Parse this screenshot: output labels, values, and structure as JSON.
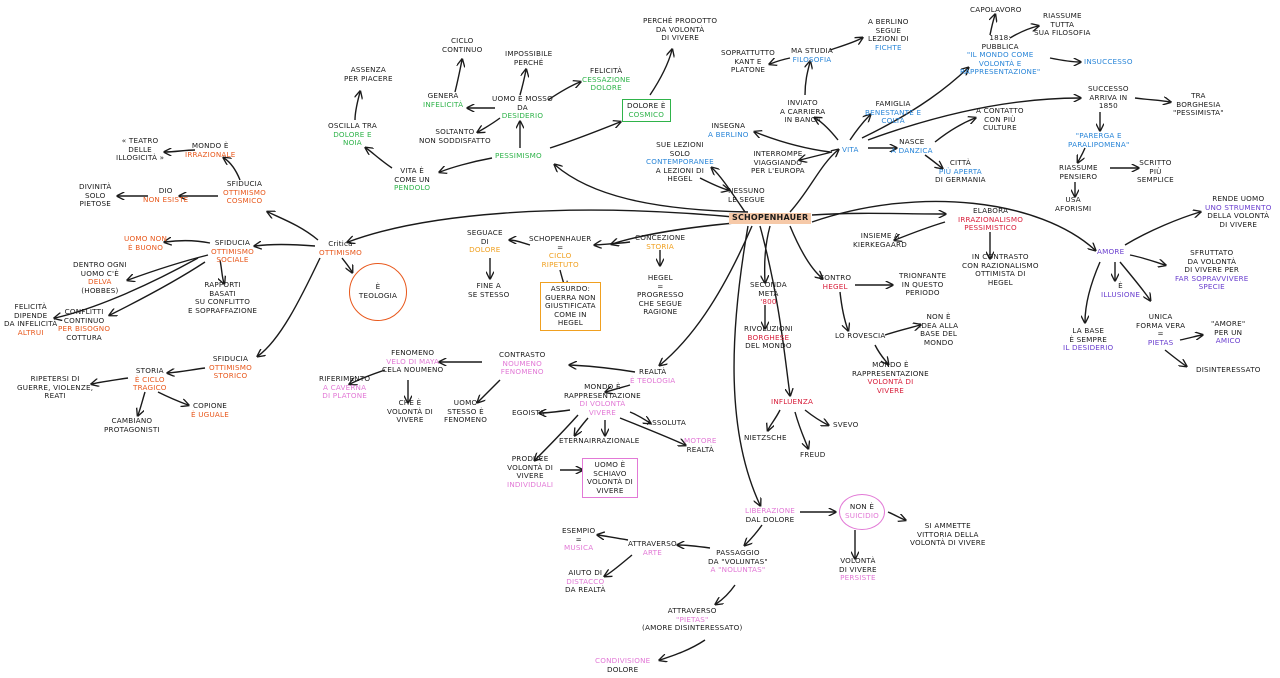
{
  "colors": {
    "black": "#1a1a1a",
    "orange": "#e8581c",
    "green": "#2fb34a",
    "blue": "#2a86d8",
    "red": "#d8203c",
    "pink": "#e279d6",
    "purple": "#6a3fcf",
    "gold": "#f0a020"
  },
  "nodes": [
    {
      "id": "center",
      "lines": [
        "SCHOPENHAUER"
      ],
      "color": "black",
      "hl": true
    },
    {
      "id": "critica",
      "lines": [
        "Critica",
        "OTTIMISMO"
      ],
      "color": "black",
      "cl": {
        "1": "orange"
      }
    },
    {
      "id": "teologia",
      "lines": [
        "È",
        "TEOLOGIA"
      ],
      "color": "black",
      "shape": "circle",
      "border": "orange"
    },
    {
      "id": "sfiducia_opt",
      "lines": [
        "SFIDUCIA",
        "OTTIMISMO",
        "COSMICO"
      ],
      "color": "black",
      "cl": {
        "1": "orange",
        "2": "orange"
      }
    },
    {
      "id": "mondo_irraz",
      "lines": [
        "MONDO È",
        "IRRAZIONALE"
      ],
      "color": "black",
      "cl": {
        "1": "orange"
      }
    },
    {
      "id": "teatro",
      "lines": [
        "« TEATRO",
        "DELLE",
        "ILLOGICITÀ »"
      ],
      "color": "black"
    },
    {
      "id": "dio",
      "lines": [
        "DIO",
        "NON ESISTE"
      ],
      "color": "black",
      "cl": {
        "1": "orange"
      }
    },
    {
      "id": "divinita",
      "lines": [
        "DIVINITÀ",
        "SOLO",
        "PIETOSE"
      ],
      "color": "black"
    },
    {
      "id": "sfid_opt_soc",
      "lines": [
        "SFIDUCIA",
        "OTTIMISMO",
        "SOCIALE"
      ],
      "color": "black",
      "cl": {
        "1": "orange",
        "2": "orange"
      }
    },
    {
      "id": "uomo_buono",
      "lines": [
        "UOMO NON",
        "È BUONO"
      ],
      "color": "black",
      "cl": {
        "0": "orange",
        "1": "orange"
      }
    },
    {
      "id": "dentro_uomo",
      "lines": [
        "DENTRO OGNI",
        "UOMO C'È",
        "DELVA",
        "(HOBBES)"
      ],
      "color": "black",
      "cl": {
        "2": "orange"
      }
    },
    {
      "id": "rapporti",
      "lines": [
        "RAPPORTI",
        "BASATI",
        "SU CONFLITTO",
        "E SOPRAFFAZIONE"
      ],
      "color": "black"
    },
    {
      "id": "conflitti",
      "lines": [
        "CONFLITTI",
        "CONTINUO",
        "PER BISOGNO",
        "COTTURA"
      ],
      "color": "black",
      "cl": {
        "2": "orange"
      }
    },
    {
      "id": "felicita_dip",
      "lines": [
        "FELICITÀ",
        "DIPENDE",
        "DA INFELICITÀ",
        "ALTRUI"
      ],
      "color": "black",
      "cl": {
        "3": "orange"
      }
    },
    {
      "id": "sfid_opt_stor",
      "lines": [
        "SFIDUCIA",
        "OTTIMISMO",
        "STORICO"
      ],
      "color": "black",
      "cl": {
        "1": "orange",
        "2": "orange"
      }
    },
    {
      "id": "storia_ciclo",
      "lines": [
        "STORIA",
        "È CICLO",
        "TRAGICO"
      ],
      "color": "black",
      "cl": {
        "1": "orange",
        "2": "orange"
      }
    },
    {
      "id": "ripetersi",
      "lines": [
        "RIPETERSI DI",
        "GUERRE, VIOLENZE,",
        "REATI"
      ],
      "color": "black"
    },
    {
      "id": "cambiano",
      "lines": [
        "CAMBIANO",
        "PROTAGONISTI"
      ],
      "color": "black"
    },
    {
      "id": "copione",
      "lines": [
        "COPIONE",
        "È UGUALE"
      ],
      "color": "black",
      "cl": {
        "1": "orange"
      }
    },
    {
      "id": "pessimismo",
      "lines": [
        "PESSIMISMO"
      ],
      "color": "green"
    },
    {
      "id": "oscilla",
      "lines": [
        "OSCILLA TRA",
        "DOLORE E",
        "NOIA"
      ],
      "color": "black",
      "cl": {
        "1": "green",
        "2": "green"
      }
    },
    {
      "id": "assenza",
      "lines": [
        "ASSENZA",
        "PER PIACERE"
      ],
      "color": "black"
    },
    {
      "id": "vita_pendolo",
      "lines": [
        "VITA È",
        "COME UN",
        "PENDOLO"
      ],
      "color": "black",
      "cl": {
        "2": "green"
      }
    },
    {
      "id": "genera_inf",
      "lines": [
        "GENERA",
        "INFELICITÀ"
      ],
      "color": "black",
      "cl": {
        "1": "green"
      }
    },
    {
      "id": "ciclo_continuo",
      "lines": [
        "CICLO",
        "CONTINUO"
      ],
      "color": "black"
    },
    {
      "id": "impossibile",
      "lines": [
        "IMPOSSIBILE",
        "PERCHÉ"
      ],
      "color": "black"
    },
    {
      "id": "uomo_mosso",
      "lines": [
        "UOMO È MOSSO",
        "DA",
        "DESIDERIO"
      ],
      "color": "black",
      "cl": {
        "2": "green"
      }
    },
    {
      "id": "soltanto",
      "lines": [
        "SOLTANTO",
        "NON SODDISFATTO"
      ],
      "color": "black"
    },
    {
      "id": "felicita_cess",
      "lines": [
        "FELICITÀ",
        "CESSAZIONE",
        "DOLORE"
      ],
      "color": "black",
      "cl": {
        "1": "green",
        "2": "green"
      }
    },
    {
      "id": "perche_prodotto",
      "lines": [
        "PERCHÉ PRODOTTO",
        "DA VOLONTÀ",
        "DI VIVERE"
      ],
      "color": "black"
    },
    {
      "id": "dolore_cosmico",
      "lines": [
        "DOLORE È",
        "COSMICO"
      ],
      "color": "black",
      "shape": "box",
      "border": "green",
      "cl": {
        "1": "green"
      }
    },
    {
      "id": "sue_lezioni",
      "lines": [
        "SUE LEZIONI",
        "SOLO",
        "CONTEMPORANEE",
        "A LEZIONI DI",
        "HEGEL"
      ],
      "color": "black",
      "cl": {
        "2": "blue"
      }
    },
    {
      "id": "nessuno",
      "lines": [
        "NESSUNO",
        "LE SEGUE"
      ],
      "color": "black"
    },
    {
      "id": "insegna",
      "lines": [
        "INSEGNA",
        "A BERLINO"
      ],
      "color": "black",
      "cl": {
        "1": "blue"
      }
    },
    {
      "id": "interrompe",
      "lines": [
        "INTERROMPE",
        "VIAGGIANDO",
        "PER L'EUROPA"
      ],
      "color": "black"
    },
    {
      "id": "vita",
      "lines": [
        "VITA"
      ],
      "color": "blue"
    },
    {
      "id": "inviato",
      "lines": [
        "INVIATO",
        "A CARRIERA",
        "IN BANCA"
      ],
      "color": "black"
    },
    {
      "id": "ma_studia",
      "lines": [
        "MA STUDIA",
        "FILOSOFIA"
      ],
      "color": "black",
      "cl": {
        "1": "blue"
      }
    },
    {
      "id": "soprattutto",
      "lines": [
        "SOPRATTUTTO",
        "KANT E",
        "PLATONE"
      ],
      "color": "black"
    },
    {
      "id": "a_berlino",
      "lines": [
        "A BERLINO",
        "SEGUE",
        "LEZIONI DI",
        "FICHTE"
      ],
      "color": "black",
      "cl": {
        "3": "blue"
      }
    },
    {
      "id": "famiglia",
      "lines": [
        "FAMIGLIA",
        "BENESTANTE E",
        "COLTA"
      ],
      "color": "black",
      "cl": {
        "1": "blue",
        "2": "blue"
      }
    },
    {
      "id": "nasce",
      "lines": [
        "NASCE",
        "A DANZICA"
      ],
      "color": "black",
      "cl": {
        "1": "blue"
      }
    },
    {
      "id": "contatto",
      "lines": [
        "A CONTATTO",
        "CON PIÙ",
        "CULTURE"
      ],
      "color": "black"
    },
    {
      "id": "citta",
      "lines": [
        "CITTÀ",
        "PIÙ APERTA",
        "DI GERMANIA"
      ],
      "color": "black",
      "cl": {
        "1": "blue"
      }
    },
    {
      "id": "anno1818",
      "lines": [
        "1818:",
        "PUBBLICA",
        "\"IL MONDO COME",
        "VOLONTÀ E",
        "RAPPRESENTAZIONE\""
      ],
      "color": "black",
      "cl": {
        "2": "blue",
        "3": "blue",
        "4": "blue"
      }
    },
    {
      "id": "capolavoro",
      "lines": [
        "CAPOLAVORO"
      ],
      "color": "black"
    },
    {
      "id": "riassume",
      "lines": [
        "RIASSUME",
        "TUTTA",
        "SUA FILOSOFIA"
      ],
      "color": "black"
    },
    {
      "id": "insuccesso",
      "lines": [
        "INSUCCESSO"
      ],
      "color": "blue"
    },
    {
      "id": "successo",
      "lines": [
        "SUCCESSO",
        "ARRIVA IN",
        "1850"
      ],
      "color": "black"
    },
    {
      "id": "tra_borghesia",
      "lines": [
        "TRA",
        "BORGHESIA",
        "\"PESSIMISTA\""
      ],
      "color": "black"
    },
    {
      "id": "parerga",
      "lines": [
        "\"PARERGA E",
        "PARALIPOMENA\""
      ],
      "color": "blue"
    },
    {
      "id": "riassume_pens",
      "lines": [
        "RIASSUME",
        "PENSIERO"
      ],
      "color": "black"
    },
    {
      "id": "scritto",
      "lines": [
        "SCRITTO",
        "PIÙ",
        "SEMPLICE"
      ],
      "color": "black"
    },
    {
      "id": "usa_aforismi",
      "lines": [
        "USA",
        "AFORISMI"
      ],
      "color": "black"
    },
    {
      "id": "seguace",
      "lines": [
        "SEGUACE",
        "DI",
        "DOLORE"
      ],
      "color": "black",
      "cl": {
        "2": "gold"
      }
    },
    {
      "id": "fine_a_se",
      "lines": [
        "FINE A",
        "SE STESSO"
      ],
      "color": "black"
    },
    {
      "id": "sch_ciclo",
      "lines": [
        "SCHOPENHAUER",
        "=",
        "CICLO",
        "RIPETUTO"
      ],
      "color": "black",
      "cl": {
        "2": "gold",
        "3": "gold"
      }
    },
    {
      "id": "concezione",
      "lines": [
        "CONCEZIONE",
        "STORIA"
      ],
      "color": "black",
      "cl": {
        "1": "gold"
      }
    },
    {
      "id": "hegel_prog",
      "lines": [
        "HEGEL",
        "=",
        "PROGRESSO",
        "CHE SEGUE",
        "RAGIONE"
      ],
      "color": "black"
    },
    {
      "id": "assurdo",
      "lines": [
        "ASSURDO:",
        "GUERRA NON",
        "GIUSTIFICATA",
        "COME IN",
        "HEGEL"
      ],
      "color": "black",
      "shape": "box",
      "border": "gold"
    },
    {
      "id": "elabora",
      "lines": [
        "ELABORA",
        "IRRAZIONALISMO",
        "PESSIMISTICO"
      ],
      "color": "black",
      "cl": {
        "1": "red",
        "2": "red"
      }
    },
    {
      "id": "insieme_kierk",
      "lines": [
        "INSIEME A",
        "KIERKEGAARD"
      ],
      "color": "black"
    },
    {
      "id": "in_contrasto",
      "lines": [
        "IN CONTRASTO",
        "CON RAZIONALISMO",
        "OTTIMISTA DI",
        "HEGEL"
      ],
      "color": "black"
    },
    {
      "id": "contro_hegel",
      "lines": [
        "CONTRO",
        "HEGEL"
      ],
      "color": "black",
      "cl": {
        "1": "red"
      }
    },
    {
      "id": "trionfante",
      "lines": [
        "TRIONFANTE",
        "IN QUESTO",
        "PERIODO"
      ],
      "color": "black"
    },
    {
      "id": "lo_rovescia",
      "lines": [
        "LO ROVESCIA"
      ],
      "color": "black"
    },
    {
      "id": "non_idea",
      "lines": [
        "NON È",
        "IDEA ALLA",
        "BASE DEL",
        "MONDO"
      ],
      "color": "black"
    },
    {
      "id": "mondo_rappr",
      "lines": [
        "MONDO È",
        "RAPPRESENTAZIONE",
        "VOLONTÀ DI",
        "VIVERE"
      ],
      "color": "black",
      "cl": {
        "2": "red",
        "3": "red"
      }
    },
    {
      "id": "seconda_meta",
      "lines": [
        "SECONDA",
        "METÀ",
        "'800"
      ],
      "color": "black",
      "cl": {
        "2": "red"
      }
    },
    {
      "id": "rivoluzioni",
      "lines": [
        "RIVOLUZIONI",
        "BORGHESE",
        "DEL MONDO"
      ],
      "color": "black",
      "cl": {
        "1": "red"
      }
    },
    {
      "id": "influenza",
      "lines": [
        "INFLUENZA"
      ],
      "color": "red"
    },
    {
      "id": "nietzsche",
      "lines": [
        "NIETZSCHE"
      ],
      "color": "black"
    },
    {
      "id": "svevo",
      "lines": [
        "SVEVO"
      ],
      "color": "black"
    },
    {
      "id": "freud",
      "lines": [
        "FREUD"
      ],
      "color": "black"
    },
    {
      "id": "amore",
      "lines": [
        "AMORE"
      ],
      "color": "purple"
    },
    {
      "id": "rende_uomo",
      "lines": [
        "RENDE UOMO",
        "UNO STRUMENTO",
        "DELLA VOLONTÀ",
        "DI VIVERE"
      ],
      "color": "black",
      "cl": {
        "1": "purple"
      }
    },
    {
      "id": "sfruttato",
      "lines": [
        "SFRUTTATO",
        "DA VOLONTÀ",
        "DI VIVERE PER",
        "FAR SOPRAVVIVERE",
        "SPECIE"
      ],
      "color": "black",
      "cl": {
        "3": "purple",
        "4": "purple"
      }
    },
    {
      "id": "e_illusione",
      "lines": [
        "È",
        "ILLUSIONE"
      ],
      "color": "black",
      "cl": {
        "1": "purple"
      }
    },
    {
      "id": "la_base",
      "lines": [
        "LA BASE",
        "È SEMPRE",
        "IL DESIDERIO"
      ],
      "color": "black",
      "cl": {
        "2": "purple"
      }
    },
    {
      "id": "unica_forma",
      "lines": [
        "UNICA",
        "FORMA VERA",
        "=",
        "PIETAS"
      ],
      "color": "black",
      "cl": {
        "3": "purple"
      }
    },
    {
      "id": "amore_amico",
      "lines": [
        "\"AMORE\"",
        "PER UN",
        "AMICO"
      ],
      "color": "black",
      "cl": {
        "2": "purple"
      }
    },
    {
      "id": "disinteressato",
      "lines": [
        "DISINTERESSATO"
      ],
      "color": "black"
    },
    {
      "id": "realta_teologia",
      "lines": [
        "REALTÀ",
        "È TEOLOGIA"
      ],
      "color": "black",
      "cl": {
        "1": "pink"
      }
    },
    {
      "id": "contrasto",
      "lines": [
        "CONTRASTO",
        "NOUMENO",
        "FENOMENO"
      ],
      "color": "black",
      "cl": {
        "1": "pink",
        "2": "pink"
      }
    },
    {
      "id": "fenomeno",
      "lines": [
        "FENOMENO",
        "VELO DI MAYA",
        "CELA NOUMENO"
      ],
      "color": "black",
      "cl": {
        "1": "pink"
      }
    },
    {
      "id": "riferimento",
      "lines": [
        "RIFERIMENTO",
        "A CAVERNA",
        "DI PLATONE"
      ],
      "color": "black",
      "cl": {
        "1": "pink",
        "2": "pink"
      }
    },
    {
      "id": "che_volonta",
      "lines": [
        "CHE È",
        "VOLONTÀ DI",
        "VIVERE"
      ],
      "color": "black"
    },
    {
      "id": "uomo_stesso",
      "lines": [
        "UOMO",
        "STESSO È",
        "FENOMENO"
      ],
      "color": "black"
    },
    {
      "id": "mondo_rap2",
      "lines": [
        "MONDO È",
        "RAPPRESENTAZIONE",
        "DI VOLONTÀ",
        "VIVERE"
      ],
      "color": "black",
      "cl": {
        "2": "pink",
        "3": "pink"
      }
    },
    {
      "id": "egoista",
      "lines": [
        "EGOISTA"
      ],
      "color": "black"
    },
    {
      "id": "assoluta",
      "lines": [
        "ASSOLUTA"
      ],
      "color": "black"
    },
    {
      "id": "eterna",
      "lines": [
        "ETERNA"
      ],
      "color": "black"
    },
    {
      "id": "irrazionale",
      "lines": [
        "IRRAZIONALE"
      ],
      "color": "black"
    },
    {
      "id": "motore",
      "lines": [
        "MOTORE",
        "REALTÀ"
      ],
      "color": "black",
      "cl": {
        "0": "pink"
      }
    },
    {
      "id": "produce",
      "lines": [
        "PRODUCE",
        "VOLONTÀ DI",
        "VIVERE",
        "INDIVIDUALI"
      ],
      "color": "black",
      "cl": {
        "3": "pink"
      }
    },
    {
      "id": "uomo_schiavo",
      "lines": [
        "UOMO È",
        "SCHIAVO",
        "VOLONTÀ DI",
        "VIVERE"
      ],
      "color": "black",
      "shape": "box",
      "border": "pink"
    },
    {
      "id": "liberazione",
      "lines": [
        "LIBERAZIONE",
        "DAL DOLORE"
      ],
      "color": "black",
      "cl": {
        "0": "pink"
      }
    },
    {
      "id": "non_suicidio",
      "lines": [
        "NON È",
        "SUICIDIO"
      ],
      "color": "black",
      "shape": "circle",
      "border": "pink",
      "cl": {
        "1": "pink"
      }
    },
    {
      "id": "si_ammette",
      "lines": [
        "SI AMMETTE",
        "VITTORIA DELLA",
        "VOLONTÀ DI VIVERE"
      ],
      "color": "black"
    },
    {
      "id": "volonta_pers",
      "lines": [
        "VOLONTÀ",
        "DI VIVERE",
        "PERSISTE"
      ],
      "color": "black",
      "cl": {
        "2": "pink"
      }
    },
    {
      "id": "passaggio",
      "lines": [
        "PASSAGGIO",
        "DA \"VOLUNTAS\"",
        "A \"NOLUNTAS\""
      ],
      "color": "black",
      "cl": {
        "2": "pink"
      }
    },
    {
      "id": "attraverso_arte",
      "lines": [
        "ATTRAVERSO",
        "ARTE"
      ],
      "color": "black",
      "cl": {
        "1": "pink"
      }
    },
    {
      "id": "esempio",
      "lines": [
        "ESEMPIO",
        "=",
        "MUSICA"
      ],
      "color": "black",
      "cl": {
        "2": "pink"
      }
    },
    {
      "id": "aiuto",
      "lines": [
        "AIUTO DI",
        "DISTACCO",
        "DA REALTÀ"
      ],
      "color": "black",
      "cl": {
        "1": "pink"
      }
    },
    {
      "id": "attraverso_pietas",
      "lines": [
        "ATTRAVERSO",
        "\"PIETAS\"",
        "(AMORE DISINTERESSATO)"
      ],
      "color": "black",
      "cl": {
        "1": "pink"
      }
    },
    {
      "id": "condivisione",
      "lines": [
        "CONDIVISIONE",
        "DOLORE"
      ],
      "color": "black",
      "cl": {
        "0": "pink"
      }
    }
  ]
}
